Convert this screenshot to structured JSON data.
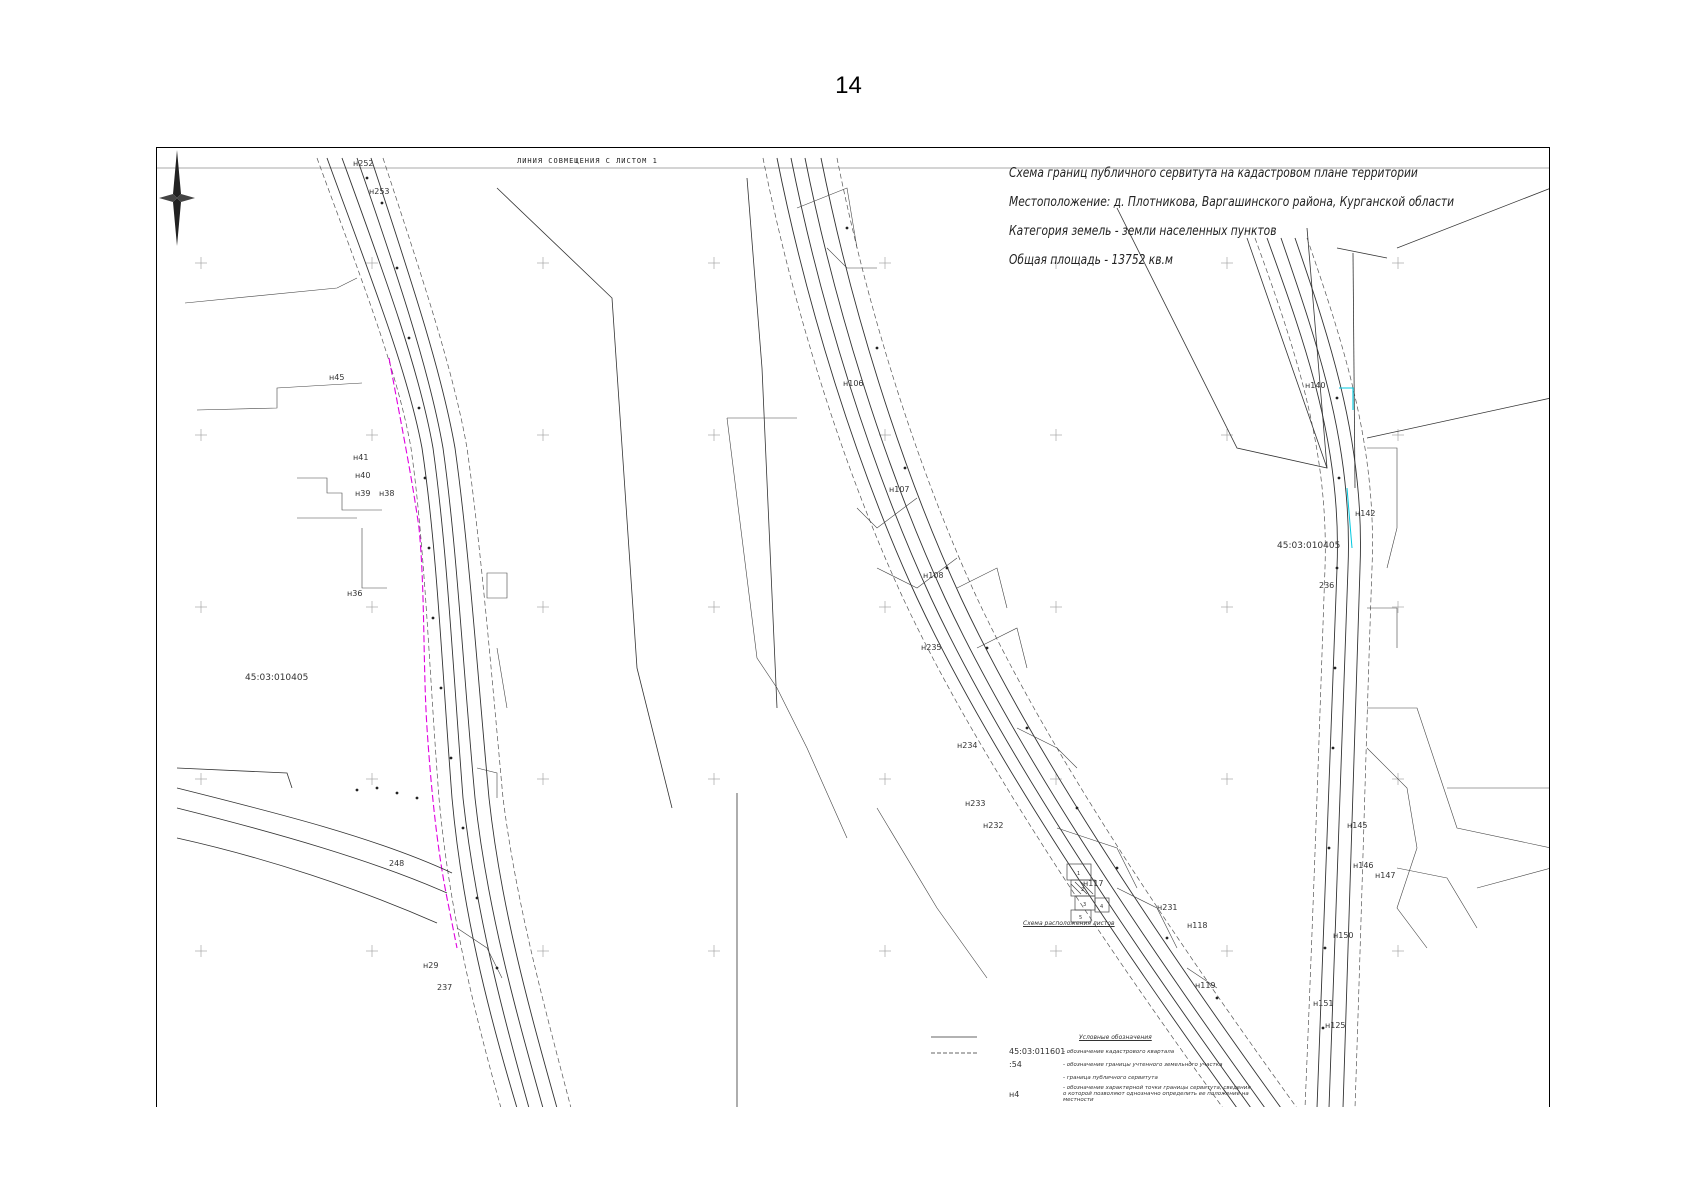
{
  "page_number": "14",
  "header_line": "ЛИНИЯ СОВМЕЩЕНИЯ С ЛИСТОМ 1",
  "title_block": {
    "title": "Схема границ публичного сервитута на кадастровом плане территории",
    "location": "Местоположение: д. Плотникова, Варгашинского района, Курганской области",
    "category": "Категория земель - земли населенных пунктов",
    "area": "Общая площадь - 13752 кв.м"
  },
  "cadastral_labels": [
    "45:03:010405",
    "45:03:010405"
  ],
  "mini_scheme": {
    "title": "Схема расположения листов",
    "sheets": [
      "1",
      "2",
      "3",
      "4",
      "5"
    ]
  },
  "legend": {
    "title": "Условные обозначения",
    "items": [
      {
        "symbol": "45:03:011601",
        "text": "- обозначение кадастрового квартала"
      },
      {
        "symbol": ":54",
        "text": "- обозначение границы учтенного земельного участка"
      },
      {
        "symbol": "",
        "text": "- граница публичного сервитута"
      },
      {
        "symbol": "н4",
        "text": "- обозначение характерной точки границы сервитута, сведения о которой позволяют однозначно определить ее положение на местности"
      }
    ]
  },
  "point_labels": [
    "н252",
    "н253",
    "н45",
    "н41",
    "н40",
    "н39",
    "н38",
    "н36",
    "н29",
    "н106",
    "н107",
    "н108",
    "н235",
    "н234",
    "н233",
    "н232",
    "н117",
    "н118",
    "н119",
    "н140",
    "н142",
    "н145",
    "н146",
    "н147",
    "н150",
    "н151",
    "н125",
    "237",
    "236",
    "248",
    "н231"
  ],
  "colors": {
    "servitude_magenta": "#e000e0",
    "servitude_cyan": "#00c8e0",
    "line": "#333333"
  }
}
